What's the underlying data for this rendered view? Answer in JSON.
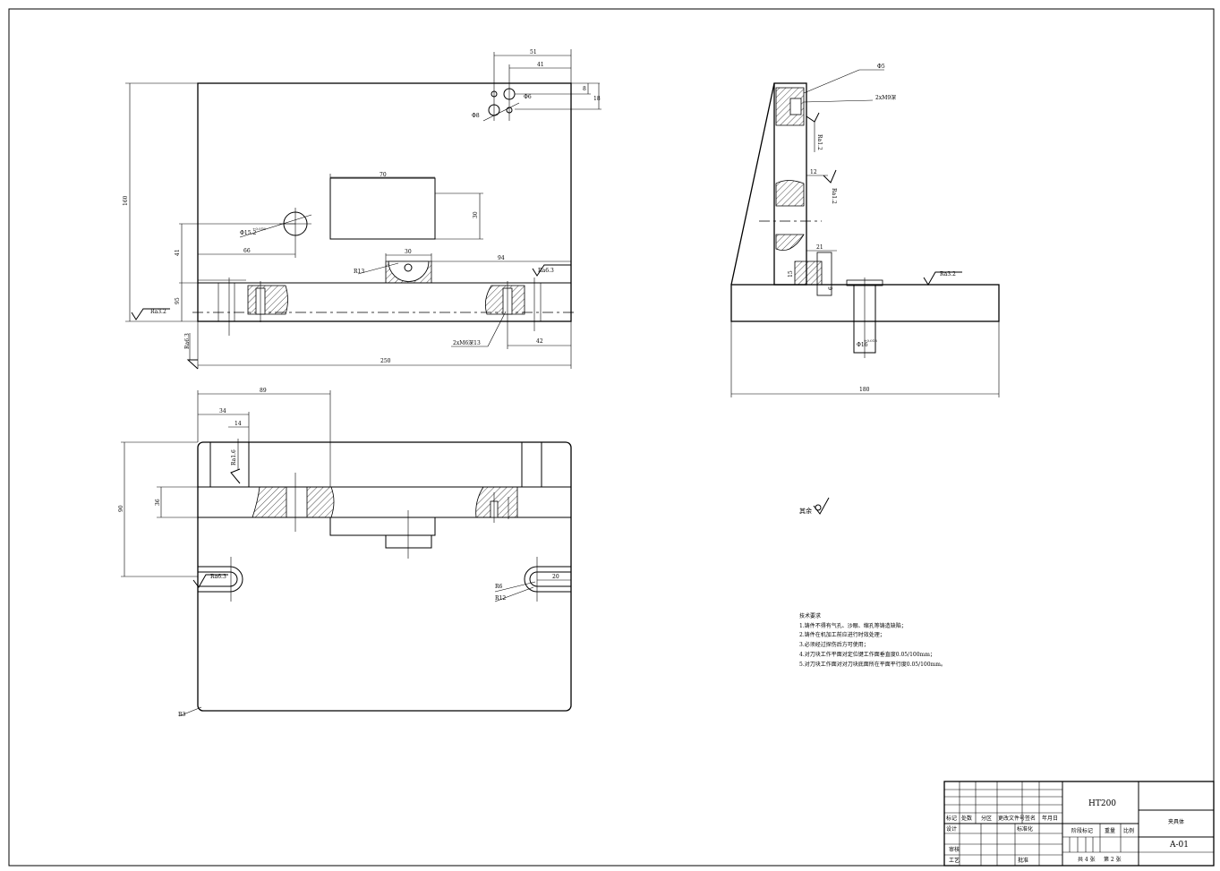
{
  "front_view": {
    "dims": {
      "d51": "51",
      "d41": "41",
      "d8": "8",
      "d18": "18",
      "d160": "160",
      "d70": "70",
      "d30a": "30",
      "d30b": "30",
      "d41v": "41",
      "d66": "66",
      "d94": "94",
      "d95": "95",
      "d42": "42",
      "d250": "250"
    },
    "labels": {
      "hole_phi": "Φ15.2",
      "hole_tol": "+0.018",
      "r13": "R13",
      "thread": "2xM6深13",
      "ra63": "Ra6.3",
      "ra32": "Ra3.2",
      "ra63b": "Ra6.3",
      "phi8": "Φ8",
      "phi6": "Φ6"
    }
  },
  "side_view": {
    "dims": {
      "d12": "12",
      "d21": "21",
      "d180": "180",
      "d15": "15",
      "d6": "6"
    },
    "labels": {
      "phi5": "Φ5",
      "thread2": "2xM9深",
      "ra12a": "Ra1.2",
      "ra12b": "Ra1.2",
      "ra32": "Ra3.2",
      "phi16": "Φ16",
      "phi16_tol": "+0.018"
    }
  },
  "top_view": {
    "dims": {
      "d89": "89",
      "d34": "34",
      "d14": "14",
      "d90": "90",
      "d36": "36",
      "d20": "20"
    },
    "labels": {
      "ra16": "Ra1.6",
      "ra63": "Ra6.3",
      "r6": "R6",
      "r12": "R12",
      "r3": "R3"
    }
  },
  "rest_symbol": "其余",
  "tech_requirements": {
    "title": "技术要求",
    "items": [
      "1.铸件不得有气孔、沙眼、缩孔等铸造缺陷；",
      "2.铸件在机加工前应进行时效处理；",
      "3.必须经过探伤后方可使用；",
      "4.对刀块工作平面对定位键工作面垂直度0.05/100mm；",
      "5.对刀块工作面对对刀块底面所在平面平行度0.05/100mm。"
    ]
  },
  "title_block": {
    "material": "HT200",
    "part_name": "夹具体",
    "drawing_no": "A-01",
    "row_labels": [
      "标记",
      "处数",
      "分区",
      "更改文件号",
      "签名",
      "年月日"
    ],
    "design": "设计",
    "standard": "标准化",
    "stage": "阶段标记",
    "weight": "重量",
    "scale": "比例",
    "check": "审核",
    "process": "工艺",
    "approve": "批准",
    "total": "共 4 张",
    "sheet": "第 2 张"
  }
}
